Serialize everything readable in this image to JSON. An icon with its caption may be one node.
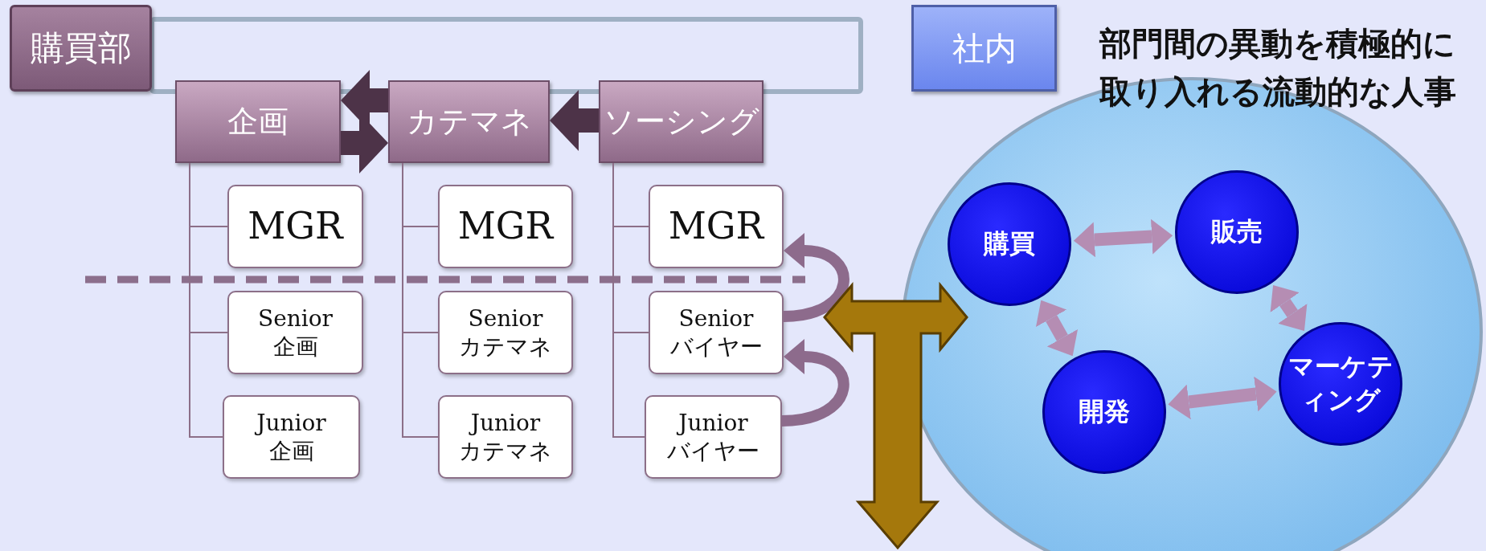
{
  "diagram": {
    "nodes": [
      {
        "text": [
          "購買部"
        ]
      },
      {
        "text": [
          "企画"
        ]
      },
      {
        "text": [
          "カテマネ"
        ]
      },
      {
        "text": [
          "ソーシング"
        ]
      },
      {
        "text": [
          "MGR"
        ]
      },
      {
        "text": [
          "Senior 企画"
        ]
      },
      {
        "text": [
          "Junior 企画"
        ]
      },
      {
        "text": [
          "MGR"
        ]
      },
      {
        "text": [
          "Senior カテマネ"
        ]
      },
      {
        "text": [
          "Junior カテマネ"
        ]
      },
      {
        "text": [
          "MGR"
        ]
      },
      {
        "text": [
          "Senior バイヤー"
        ]
      },
      {
        "text": [
          "Junior バイヤー"
        ]
      },
      {
        "text": [
          "社内"
        ]
      },
      {
        "text": [],
        "shape": "circle"
      },
      {
        "text": [
          "購買"
        ],
        "in": 14
      },
      {
        "text": [
          "販売"
        ],
        "in": 14
      },
      {
        "text": [
          "開発"
        ],
        "in": 14
      },
      {
        "text": [
          "マーケティング"
        ],
        "in": 14
      }
    ],
    "edges": [
      {
        "from": 2,
        "to": 1,
        "arrow": "to",
        "style": "thick",
        "color": "#4d3348"
      },
      {
        "from": 1,
        "to": 2,
        "arrow": "to",
        "style": "thick",
        "color": "#4d3348"
      },
      {
        "from": 3,
        "to": 2,
        "arrow": "to",
        "style": "thick",
        "color": "#4d3348"
      },
      {
        "from": 1,
        "to": 4,
        "arrow": "none"
      },
      {
        "from": 1,
        "to": 5,
        "arrow": "none"
      },
      {
        "from": 1,
        "to": 6,
        "arrow": "none"
      },
      {
        "from": 2,
        "to": 7,
        "arrow": "none"
      },
      {
        "from": 2,
        "to": 8,
        "arrow": "none"
      },
      {
        "from": 2,
        "to": 9,
        "arrow": "none"
      },
      {
        "from": 3,
        "to": 10,
        "arrow": "none"
      },
      {
        "from": 3,
        "to": 11,
        "arrow": "none"
      },
      {
        "from": 3,
        "to": 12,
        "arrow": "none"
      },
      {
        "from": 11,
        "to": 10,
        "arrow": "to",
        "style": "thick",
        "color": "#8d6b8c"
      },
      {
        "from": 12,
        "to": 11,
        "arrow": "to",
        "style": "thick",
        "color": "#8d6b8c"
      },
      {
        "from": 15,
        "to": 16,
        "arrow": "both",
        "style": "thick",
        "color": "#b58db3"
      },
      {
        "from": 15,
        "to": 17,
        "arrow": "both",
        "style": "thick",
        "color": "#b58db3"
      },
      {
        "from": 16,
        "to": 18,
        "arrow": "both",
        "style": "thick",
        "color": "#b58db3"
      },
      {
        "from": 17,
        "to": 18,
        "arrow": "both",
        "style": "thick",
        "color": "#b58db3"
      }
    ],
    "labels": [
      "部門間の異動を積極的に取り入れる流動的な人事"
    ]
  }
}
